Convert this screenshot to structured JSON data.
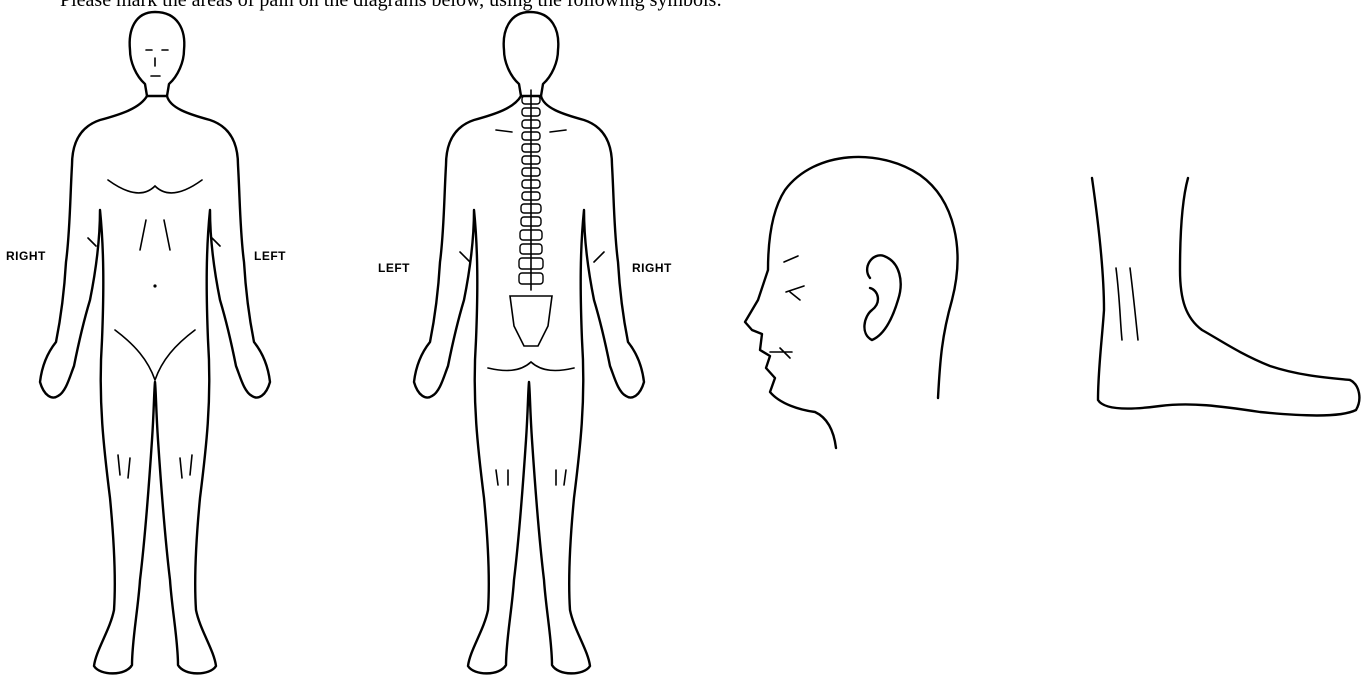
{
  "instruction_text": "Please mark the areas of pain on the diagrams below, using the following symbols:",
  "front_view": {
    "right_label": "RIGHT",
    "left_label": "LEFT"
  },
  "back_view": {
    "left_label": "LEFT",
    "right_label": "RIGHT"
  }
}
